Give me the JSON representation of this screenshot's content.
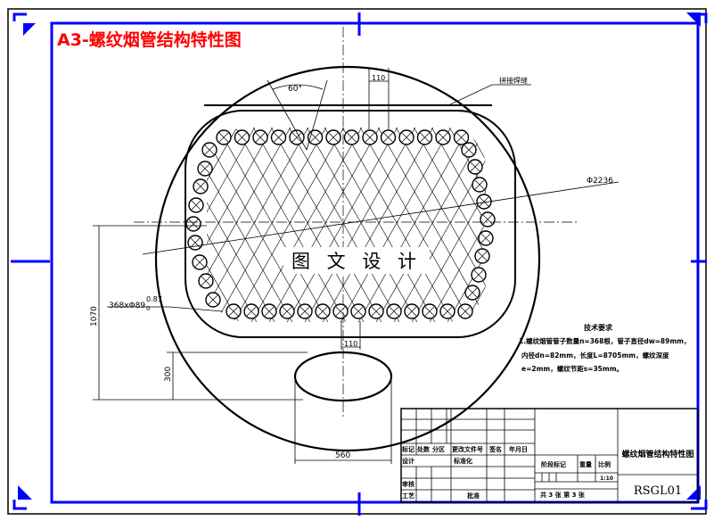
{
  "title": "A3-螺纹烟管结构特性图",
  "watermark": "图 文 设 计",
  "labels": {
    "angle": "60°",
    "pitch_top": "110",
    "weld_note": "拼接焊缝",
    "diameter": "Φ2236",
    "tube_spec": "368xΦ89",
    "tube_tol_sup": "0.87",
    "tube_tol_sub": "0",
    "pitch_bottom": "110",
    "dim_vertical_total": "1070",
    "dim_vertical_manhole": "300",
    "dim_horizontal_manhole": "560"
  },
  "tech_notes": {
    "heading": "技术要求",
    "line1": "1.螺纹烟管管子数量n=368根，管子直径dw=89mm，",
    "line2": "内径dn=82mm，长度L=8705mm，螺纹深度",
    "line3": "e=2mm，螺纹节距s=35mm。"
  },
  "title_block": {
    "drawing_name": "螺纹烟管结构特性图",
    "drawing_no": "RSGL01",
    "mark_label": "阶段标记",
    "weight_label": "重量",
    "scale_label": "比例",
    "scale_value": "1:10",
    "sheets": "共 3 张  第 3 张",
    "rev_headers": [
      "标记",
      "处数",
      "分区",
      "更改文件号",
      "签名",
      "年月日"
    ],
    "row_design": "设计",
    "row_standard": "标准化",
    "row_review": "审核",
    "row_process": "工艺",
    "row_approve": "批准"
  },
  "colors": {
    "frame": "#0000ff",
    "title": "#ff0000",
    "drawing": "#000000"
  }
}
